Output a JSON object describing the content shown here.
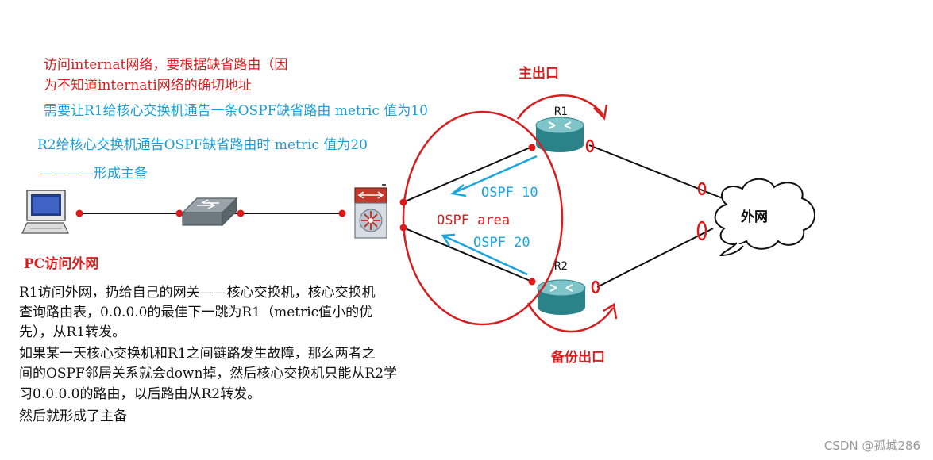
{
  "notes": {
    "red_line1": "访问internat网络，要根据缺省路由（因",
    "red_line2": "为不知道internati网络的确切地址",
    "cyan_line1": "需要让R1给核心交换机通告一条OSPF缺省路由 metric 值为10",
    "cyan_line2": "R2给核心交换机通告OSPF缺省路由时 metric 值为20",
    "cyan_line3": "————形成主备"
  },
  "labels": {
    "main_exit": "主出口",
    "backup_exit": "备份出口",
    "r1": "R1",
    "r2": "R2",
    "internet": "外网",
    "ospf10": "OSPF 10",
    "ospf20": "OSPF 20",
    "ospf_area": "OSPF area",
    "pc_access": "PC访问外网"
  },
  "explanation": [
    "R1访问外网，扔给自己的网关——核心交换机，核心交换机",
    "查询路由表，0.0.0.0的最佳下一跳为R1（metric值小的优",
    "先），从R1转发。",
    "如果某一天核心交换机和R1之间链路发生故障，那么两者之",
    "间的OSPF邻居关系就会down掉，然后核心交换机只能从R2学",
    "习0.0.0.0的路由，以后路由从R2转发。",
    "然后就形成了主备"
  ],
  "watermark": "CSDN @孤城286",
  "colors": {
    "annotation_red": "#d42020",
    "annotation_cyan": "#1a9fd6",
    "router_teal": "#2e8f96",
    "switch_red": "#c0392b"
  },
  "icons": [
    "pc-icon",
    "switch-icon",
    "core-switch-icon",
    "router-icon",
    "cloud-icon"
  ]
}
